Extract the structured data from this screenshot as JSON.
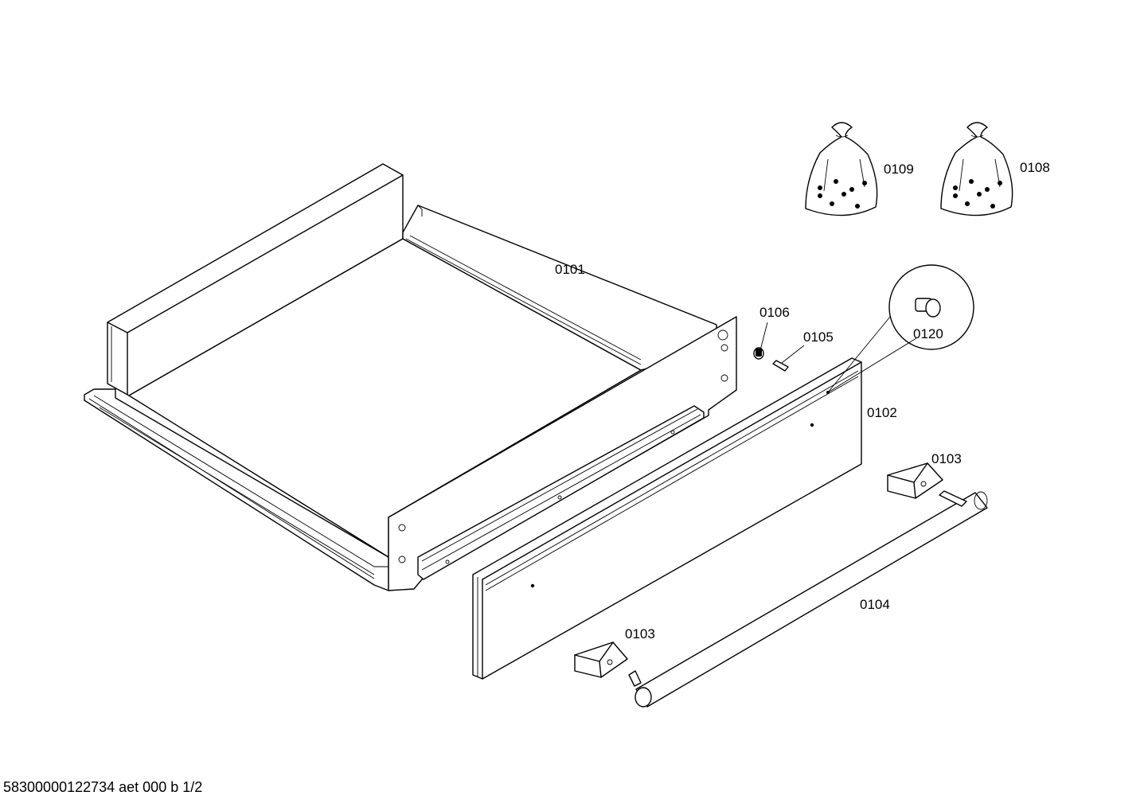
{
  "labels": {
    "p0101": "0101",
    "p0102": "0102",
    "p0103a": "0103",
    "p0103b": "0103",
    "p0104": "0104",
    "p0105": "0105",
    "p0106": "0106",
    "p0108": "0108",
    "p0109": "0109",
    "p0120": "0120"
  },
  "footer": {
    "doc_id": "58300000122734 aet 000 b 1/2"
  }
}
